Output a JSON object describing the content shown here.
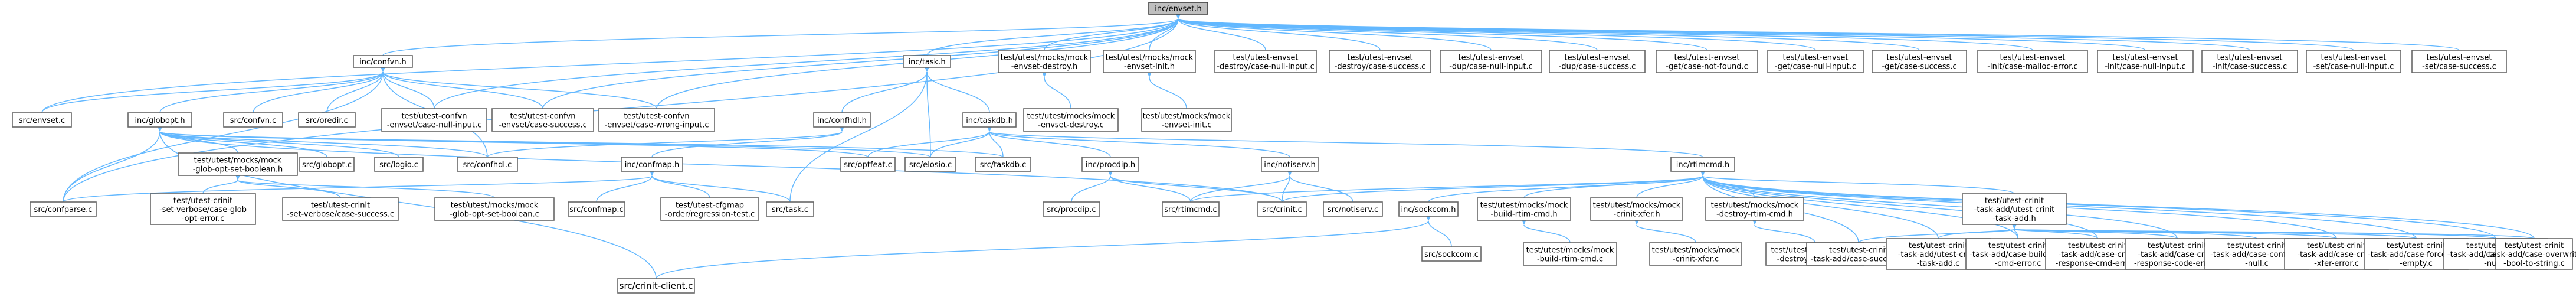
{
  "graph": {
    "root": "inc/envset.h",
    "nodes": [
      {
        "id": "envset_h",
        "lines": [
          "inc/envset.h"
        ]
      },
      {
        "id": "confvn_h",
        "lines": [
          "inc/confvn.h"
        ]
      },
      {
        "id": "task_h",
        "lines": [
          "inc/task.h"
        ]
      },
      {
        "id": "mock_envset_destroy_h",
        "lines": [
          "test/utest/mocks/mock",
          "-envset-destroy.h"
        ]
      },
      {
        "id": "mock_envset_init_h",
        "lines": [
          "test/utest/mocks/mock",
          "-envset-init.h"
        ]
      },
      {
        "id": "t_destroy_null",
        "lines": [
          "test/utest-envset",
          "-destroy/case-null-input.c"
        ]
      },
      {
        "id": "t_destroy_success",
        "lines": [
          "test/utest-envset",
          "-destroy/case-success.c"
        ]
      },
      {
        "id": "t_dup_null",
        "lines": [
          "test/utest-envset",
          "-dup/case-null-input.c"
        ]
      },
      {
        "id": "t_dup_success",
        "lines": [
          "test/utest-envset",
          "-dup/case-success.c"
        ]
      },
      {
        "id": "t_get_notfound",
        "lines": [
          "test/utest-envset",
          "-get/case-not-found.c"
        ]
      },
      {
        "id": "t_get_null",
        "lines": [
          "test/utest-envset",
          "-get/case-null-input.c"
        ]
      },
      {
        "id": "t_get_success",
        "lines": [
          "test/utest-envset",
          "-get/case-success.c"
        ]
      },
      {
        "id": "t_init_malloc",
        "lines": [
          "test/utest-envset",
          "-init/case-malloc-error.c"
        ]
      },
      {
        "id": "t_init_null",
        "lines": [
          "test/utest-envset",
          "-init/case-null-input.c"
        ]
      },
      {
        "id": "t_init_success",
        "lines": [
          "test/utest-envset",
          "-init/case-success.c"
        ]
      },
      {
        "id": "t_set_null",
        "lines": [
          "test/utest-envset",
          "-set/case-null-input.c"
        ]
      },
      {
        "id": "t_set_success",
        "lines": [
          "test/utest-envset",
          "-set/case-success.c"
        ]
      },
      {
        "id": "src_envset_c",
        "lines": [
          "src/envset.c"
        ]
      },
      {
        "id": "globopt_h",
        "lines": [
          "inc/globopt.h"
        ]
      },
      {
        "id": "src_confvn_c",
        "lines": [
          "src/confvn.c"
        ]
      },
      {
        "id": "src_oredir_c",
        "lines": [
          "src/oredir.c"
        ]
      },
      {
        "id": "t_confvn_null",
        "lines": [
          "test/utest-confvn",
          "-envset/case-null-input.c"
        ]
      },
      {
        "id": "t_confvn_success",
        "lines": [
          "test/utest-confvn",
          "-envset/case-success.c"
        ]
      },
      {
        "id": "t_confvn_wrong",
        "lines": [
          "test/utest-confvn",
          "-envset/case-wrong-input.c"
        ]
      },
      {
        "id": "confhdl_h",
        "lines": [
          "inc/confhdl.h"
        ]
      },
      {
        "id": "taskdb_h",
        "lines": [
          "inc/taskdb.h"
        ]
      },
      {
        "id": "mock_envset_destroy_c",
        "lines": [
          "test/utest/mocks/mock",
          "-envset-destroy.c"
        ]
      },
      {
        "id": "mock_envset_init_c",
        "lines": [
          "test/utest/mocks/mock",
          "-envset-init.c"
        ]
      },
      {
        "id": "mock_glob_opt_h",
        "lines": [
          "test/utest/mocks/mock",
          "-glob-opt-set-boolean.h"
        ]
      },
      {
        "id": "src_globopt_c",
        "lines": [
          "src/globopt.c"
        ]
      },
      {
        "id": "src_logio_c",
        "lines": [
          "src/logio.c"
        ]
      },
      {
        "id": "src_confhdl_c",
        "lines": [
          "src/confhdl.c"
        ]
      },
      {
        "id": "src_optfeat_c",
        "lines": [
          "src/optfeat.c"
        ]
      },
      {
        "id": "src_elosio_c",
        "lines": [
          "src/elosio.c"
        ]
      },
      {
        "id": "src_taskdb_c",
        "lines": [
          "src/taskdb.c"
        ]
      },
      {
        "id": "confmap_h",
        "lines": [
          "inc/confmap.h"
        ]
      },
      {
        "id": "procdip_h",
        "lines": [
          "inc/procdip.h"
        ]
      },
      {
        "id": "notiserv_h",
        "lines": [
          "inc/notiserv.h"
        ]
      },
      {
        "id": "rtimcmd_h",
        "lines": [
          "inc/rtimcmd.h"
        ]
      },
      {
        "id": "t_crinit_verbose_glob",
        "lines": [
          "test/utest-crinit",
          "-set-verbose/case-glob",
          "-opt-error.c"
        ]
      },
      {
        "id": "t_crinit_verbose_success",
        "lines": [
          "test/utest-crinit",
          "-set-verbose/case-success.c"
        ]
      },
      {
        "id": "mock_glob_opt_c",
        "lines": [
          "test/utest/mocks/mock",
          "-glob-opt-set-boolean.c"
        ]
      },
      {
        "id": "src_confmap_c",
        "lines": [
          "src/confmap.c"
        ]
      },
      {
        "id": "t_cfgmap_order",
        "lines": [
          "test/utest-cfgmap",
          "-order/regression-test.c"
        ]
      },
      {
        "id": "src_task_c",
        "lines": [
          "src/task.c"
        ]
      },
      {
        "id": "src_confparse_c",
        "lines": [
          "src/confparse.c"
        ]
      },
      {
        "id": "src_procdip_c",
        "lines": [
          "src/procdip.c"
        ]
      },
      {
        "id": "src_rtimcmd_c",
        "lines": [
          "src/rtimcmd.c"
        ]
      },
      {
        "id": "src_crinit_c",
        "lines": [
          "src/crinit.c"
        ]
      },
      {
        "id": "src_notiserv_c",
        "lines": [
          "src/notiserv.c"
        ]
      },
      {
        "id": "sockcom_h",
        "lines": [
          "inc/sockcom.h"
        ]
      },
      {
        "id": "mock_build_rtim_cmd_h",
        "lines": [
          "test/utest/mocks/mock",
          "-build-rtim-cmd.h"
        ]
      },
      {
        "id": "mock_crinit_xfer_h",
        "lines": [
          "test/utest/mocks/mock",
          "-crinit-xfer.h"
        ]
      },
      {
        "id": "mock_destroy_rtim_cmd_h",
        "lines": [
          "test/utest/mocks/mock",
          "-destroy-rtim-cmd.h"
        ]
      },
      {
        "id": "t_task_add_h",
        "lines": [
          "test/utest-crinit",
          "-task-add/utest-crinit",
          "-task-add.h"
        ]
      },
      {
        "id": "src_sockcom_c",
        "lines": [
          "src/sockcom.c"
        ]
      },
      {
        "id": "src_crinit_client_c",
        "lines": [
          "src/crinit-client.c"
        ]
      },
      {
        "id": "mock_build_rtim_cmd_c",
        "lines": [
          "test/utest/mocks/mock",
          "-build-rtim-cmd.c"
        ]
      },
      {
        "id": "mock_crinit_xfer_c",
        "lines": [
          "test/utest/mocks/mock",
          "-crinit-xfer.c"
        ]
      },
      {
        "id": "mock_destroy_rtim_cmd_c",
        "lines": [
          "test/utest/mocks/mock",
          "-destroy-rtim-cmd.c"
        ]
      },
      {
        "id": "t_ta_success",
        "lines": [
          "test/utest-crinit",
          "-task-add/case-success.c"
        ]
      },
      {
        "id": "t_ta_client_err",
        "lines": [
          "test/utest-crinit",
          "-task-add/utest-crinit",
          "-task-add.c"
        ]
      },
      {
        "id": "t_ta_build_err",
        "lines": [
          "test/utest-crinit",
          "-task-add/case-build-rtim",
          "-cmd-error.c"
        ]
      },
      {
        "id": "t_ta_resp_cmd_err",
        "lines": [
          "test/utest-crinit",
          "-task-add/case-crinit",
          "-response-cmd-error.c"
        ]
      },
      {
        "id": "t_ta_resp_code_err",
        "lines": [
          "test/utest-crinit",
          "-task-add/case-crinit",
          "-response-code-error.c"
        ]
      },
      {
        "id": "t_ta_confpath_null",
        "lines": [
          "test/utest-crinit",
          "-task-add/case-confpath",
          "-null.c"
        ]
      },
      {
        "id": "t_ta_xfer_err",
        "lines": [
          "test/utest-crinit",
          "-task-add/case-crinit",
          "-xfer-error.c"
        ]
      },
      {
        "id": "t_ta_forcedeps_empty",
        "lines": [
          "test/utest-crinit",
          "-task-add/case-forcedeps",
          "-empty.c"
        ]
      },
      {
        "id": "t_ta_forcedeps_null",
        "lines": [
          "test/utest-crinit",
          "-task-add/case-forcedeps",
          "-null.c"
        ]
      },
      {
        "id": "t_ta_overwrite",
        "lines": [
          "test/utest-crinit",
          "-task-add/case-overwrite",
          "-bool-to-string.c"
        ]
      }
    ],
    "edges": [
      [
        "envset_h",
        "confvn_h"
      ],
      [
        "envset_h",
        "task_h"
      ],
      [
        "envset_h",
        "mock_envset_destroy_h"
      ],
      [
        "envset_h",
        "mock_envset_init_h"
      ],
      [
        "envset_h",
        "t_destroy_null"
      ],
      [
        "envset_h",
        "t_destroy_success"
      ],
      [
        "envset_h",
        "t_dup_null"
      ],
      [
        "envset_h",
        "t_dup_success"
      ],
      [
        "envset_h",
        "t_get_notfound"
      ],
      [
        "envset_h",
        "t_get_null"
      ],
      [
        "envset_h",
        "t_get_success"
      ],
      [
        "envset_h",
        "t_init_malloc"
      ],
      [
        "envset_h",
        "t_init_null"
      ],
      [
        "envset_h",
        "t_init_success"
      ],
      [
        "envset_h",
        "t_set_null"
      ],
      [
        "envset_h",
        "t_set_success"
      ],
      [
        "envset_h",
        "src_envset_c"
      ],
      [
        "envset_h",
        "t_confvn_null"
      ],
      [
        "envset_h",
        "t_confvn_success"
      ],
      [
        "envset_h",
        "t_confvn_wrong"
      ],
      [
        "envset_h",
        "src_confparse_c"
      ],
      [
        "confvn_h",
        "src_envset_c"
      ],
      [
        "confvn_h",
        "globopt_h"
      ],
      [
        "confvn_h",
        "src_confvn_c"
      ],
      [
        "confvn_h",
        "src_oredir_c"
      ],
      [
        "confvn_h",
        "t_confvn_null"
      ],
      [
        "confvn_h",
        "t_confvn_success"
      ],
      [
        "confvn_h",
        "t_confvn_wrong"
      ],
      [
        "confvn_h",
        "src_confhdl_c"
      ],
      [
        "confvn_h",
        "src_confparse_c"
      ],
      [
        "task_h",
        "confhdl_h"
      ],
      [
        "task_h",
        "taskdb_h"
      ],
      [
        "task_h",
        "src_elosio_c"
      ],
      [
        "task_h",
        "src_task_c"
      ],
      [
        "mock_envset_destroy_h",
        "mock_envset_destroy_c"
      ],
      [
        "mock_envset_init_h",
        "mock_envset_init_c"
      ],
      [
        "globopt_h",
        "mock_glob_opt_h"
      ],
      [
        "globopt_h",
        "src_globopt_c"
      ],
      [
        "globopt_h",
        "src_logio_c"
      ],
      [
        "globopt_h",
        "src_confhdl_c"
      ],
      [
        "globopt_h",
        "src_optfeat_c"
      ],
      [
        "globopt_h",
        "src_elosio_c"
      ],
      [
        "globopt_h",
        "src_confparse_c"
      ],
      [
        "globopt_h",
        "src_crinit_c"
      ],
      [
        "globopt_h",
        "src_crinit_client_c"
      ],
      [
        "globopt_h",
        "src_taskdb_c"
      ],
      [
        "confhdl_h",
        "confmap_h"
      ],
      [
        "confhdl_h",
        "src_confhdl_c"
      ],
      [
        "taskdb_h",
        "src_optfeat_c"
      ],
      [
        "taskdb_h",
        "src_elosio_c"
      ],
      [
        "taskdb_h",
        "src_taskdb_c"
      ],
      [
        "taskdb_h",
        "procdip_h"
      ],
      [
        "taskdb_h",
        "notiserv_h"
      ],
      [
        "taskdb_h",
        "rtimcmd_h"
      ],
      [
        "mock_glob_opt_h",
        "t_crinit_verbose_glob"
      ],
      [
        "mock_glob_opt_h",
        "t_crinit_verbose_success"
      ],
      [
        "mock_glob_opt_h",
        "mock_glob_opt_c"
      ],
      [
        "confmap_h",
        "src_confmap_c"
      ],
      [
        "confmap_h",
        "t_cfgmap_order"
      ],
      [
        "confmap_h",
        "src_task_c"
      ],
      [
        "confmap_h",
        "src_confparse_c"
      ],
      [
        "procdip_h",
        "src_procdip_c"
      ],
      [
        "procdip_h",
        "src_rtimcmd_c"
      ],
      [
        "procdip_h",
        "src_crinit_c"
      ],
      [
        "notiserv_h",
        "src_crinit_c"
      ],
      [
        "notiserv_h",
        "src_notiserv_c"
      ],
      [
        "notiserv_h",
        "src_rtimcmd_c"
      ],
      [
        "rtimcmd_h",
        "src_rtimcmd_c"
      ],
      [
        "rtimcmd_h",
        "src_crinit_c"
      ],
      [
        "rtimcmd_h",
        "sockcom_h"
      ],
      [
        "rtimcmd_h",
        "mock_build_rtim_cmd_h"
      ],
      [
        "rtimcmd_h",
        "mock_crinit_xfer_h"
      ],
      [
        "rtimcmd_h",
        "mock_destroy_rtim_cmd_h"
      ],
      [
        "rtimcmd_h",
        "t_task_add_h"
      ],
      [
        "rtimcmd_h",
        "t_ta_success"
      ],
      [
        "rtimcmd_h",
        "t_ta_client_err"
      ],
      [
        "rtimcmd_h",
        "t_ta_build_err"
      ],
      [
        "rtimcmd_h",
        "t_ta_resp_cmd_err"
      ],
      [
        "rtimcmd_h",
        "t_ta_resp_code_err"
      ],
      [
        "rtimcmd_h",
        "t_ta_xfer_err"
      ],
      [
        "rtimcmd_h",
        "t_ta_forcedeps_empty"
      ],
      [
        "rtimcmd_h",
        "t_ta_forcedeps_null"
      ],
      [
        "rtimcmd_h",
        "t_ta_overwrite"
      ],
      [
        "sockcom_h",
        "src_sockcom_c"
      ],
      [
        "sockcom_h",
        "src_crinit_client_c"
      ],
      [
        "mock_build_rtim_cmd_h",
        "mock_build_rtim_cmd_c"
      ],
      [
        "mock_crinit_xfer_h",
        "mock_crinit_xfer_c"
      ],
      [
        "mock_destroy_rtim_cmd_h",
        "mock_destroy_rtim_cmd_c"
      ],
      [
        "t_task_add_h",
        "t_ta_success"
      ],
      [
        "t_task_add_h",
        "t_ta_client_err"
      ],
      [
        "t_task_add_h",
        "t_ta_build_err"
      ],
      [
        "t_task_add_h",
        "t_ta_resp_cmd_err"
      ],
      [
        "t_task_add_h",
        "t_ta_resp_code_err"
      ],
      [
        "t_task_add_h",
        "t_ta_confpath_null"
      ],
      [
        "t_task_add_h",
        "t_ta_xfer_err"
      ],
      [
        "t_task_add_h",
        "t_ta_forcedeps_empty"
      ],
      [
        "t_task_add_h",
        "t_ta_forcedeps_null"
      ],
      [
        "t_task_add_h",
        "t_ta_overwrite"
      ]
    ]
  },
  "colors": {
    "edge": "#63b8ff",
    "node_border": "#666666",
    "root_fill": "#bfbfbf"
  }
}
